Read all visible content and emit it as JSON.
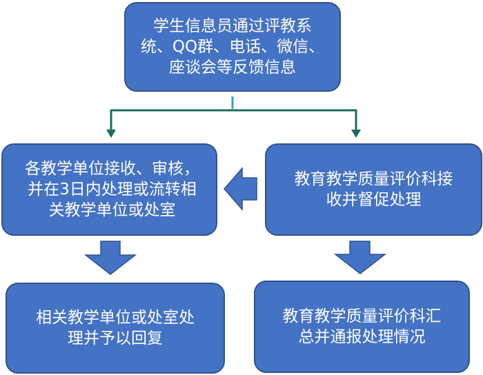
{
  "colors": {
    "node_fill": "#4472C4",
    "node_border": "#2F528F",
    "connector": "#1F6B5C",
    "connector_start": "#2EA5C8",
    "block_arrow_fill": "#4472C4",
    "text": "#FFFFFF"
  },
  "nodes": {
    "top": "学生信息员通过评教系\n统、QQ群、电话、微信、\n座谈会等反馈信息",
    "left": "各教学单位接收、审核，\n并在3日内处理或流转相\n关教学单位或处室",
    "right": "教育教学质量评价科接\n收并督促处理",
    "bottom_left": "相关教学单位或处室处\n理并予以回复",
    "bottom_right": "教育教学质量评价科汇\n总并通报处理情况"
  }
}
